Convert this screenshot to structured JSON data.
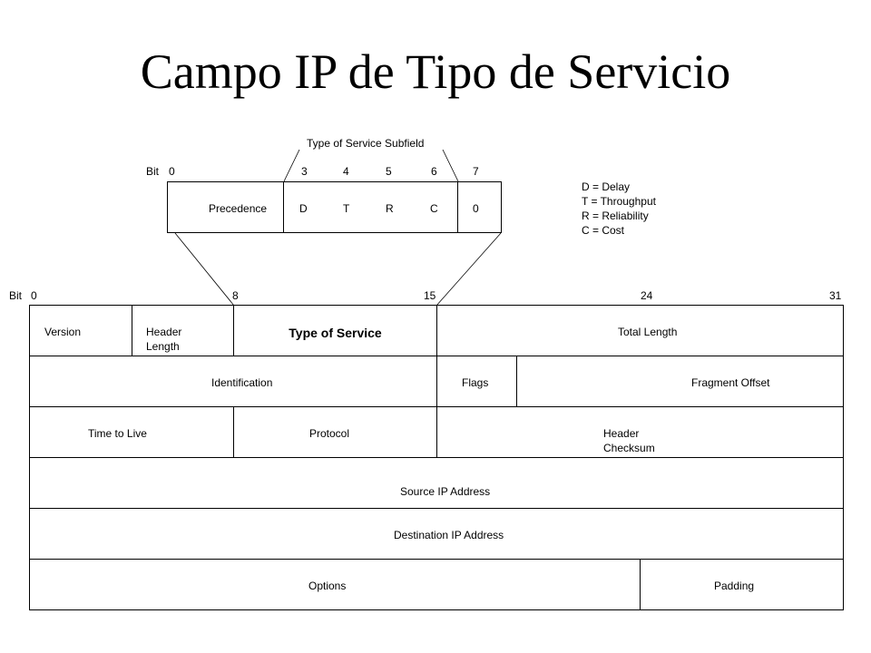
{
  "title": "Campo IP de Tipo de Servicio",
  "subfield": {
    "caption": "Type of Service Subfield",
    "bit_label": "Bit",
    "bits": [
      "0",
      "3",
      "4",
      "5",
      "6",
      "7"
    ],
    "precedence": "Precedence",
    "flags": [
      "D",
      "T",
      "R",
      "C"
    ],
    "unused": "0"
  },
  "legend": [
    "D = Delay",
    "T = Throughput",
    "R = Reliability",
    "C = Cost"
  ],
  "header": {
    "bit_label": "Bit",
    "bits": [
      "0",
      "8",
      "15",
      "24",
      "31"
    ],
    "version": "Version",
    "header_length": [
      "Header",
      "Length"
    ],
    "type_of_service": "Type of Service",
    "total_length": "Total Length",
    "identification": "Identification",
    "flags": "Flags",
    "fragment_offset": "Fragment Offset",
    "ttl": "Time to Live",
    "protocol": "Protocol",
    "header_checksum": [
      "Header",
      "Checksum"
    ],
    "source_ip": "Source IP Address",
    "destination_ip": "Destination IP Address",
    "options": "Options",
    "padding": "Padding"
  }
}
